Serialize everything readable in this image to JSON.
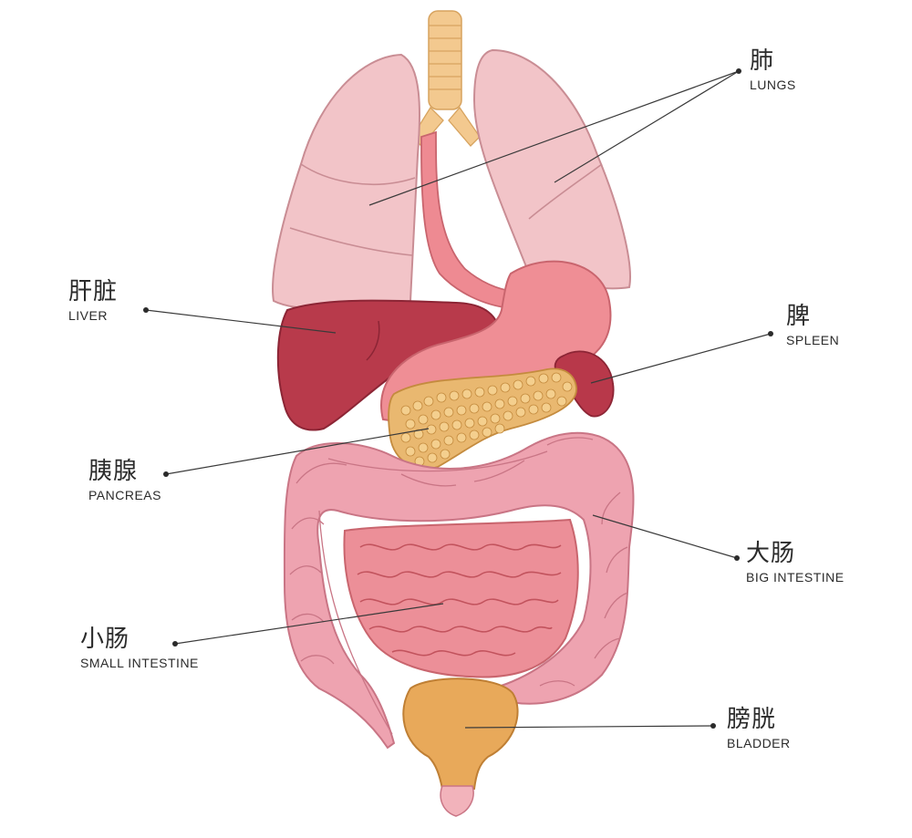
{
  "labels": {
    "lungs": {
      "zh": "肺",
      "en": "LUNGS"
    },
    "liver": {
      "zh": "肝脏",
      "en": "LIVER"
    },
    "spleen": {
      "zh": "脾",
      "en": "SPLEEN"
    },
    "pancreas": {
      "zh": "胰腺",
      "en": "PANCREAS"
    },
    "big_intestine": {
      "zh": "大肠",
      "en": "BIG INTESTINE"
    },
    "small_intestine": {
      "zh": "小肠",
      "en": "SMALL INTESTINE"
    },
    "bladder": {
      "zh": "膀胱",
      "en": "BLADDER"
    }
  },
  "colors": {
    "lungs": "#f2c4c8",
    "lungs_outline": "#c98d94",
    "trachea": "#f3c98f",
    "esophagus": "#ee8a92",
    "liver": "#b83a4b",
    "stomach": "#ef8e95",
    "spleen": "#b8384a",
    "pancreas": "#e9b870",
    "big_intestine": "#eea3b0",
    "small_intestine": "#ec8f98",
    "bladder": "#e8a95a"
  }
}
